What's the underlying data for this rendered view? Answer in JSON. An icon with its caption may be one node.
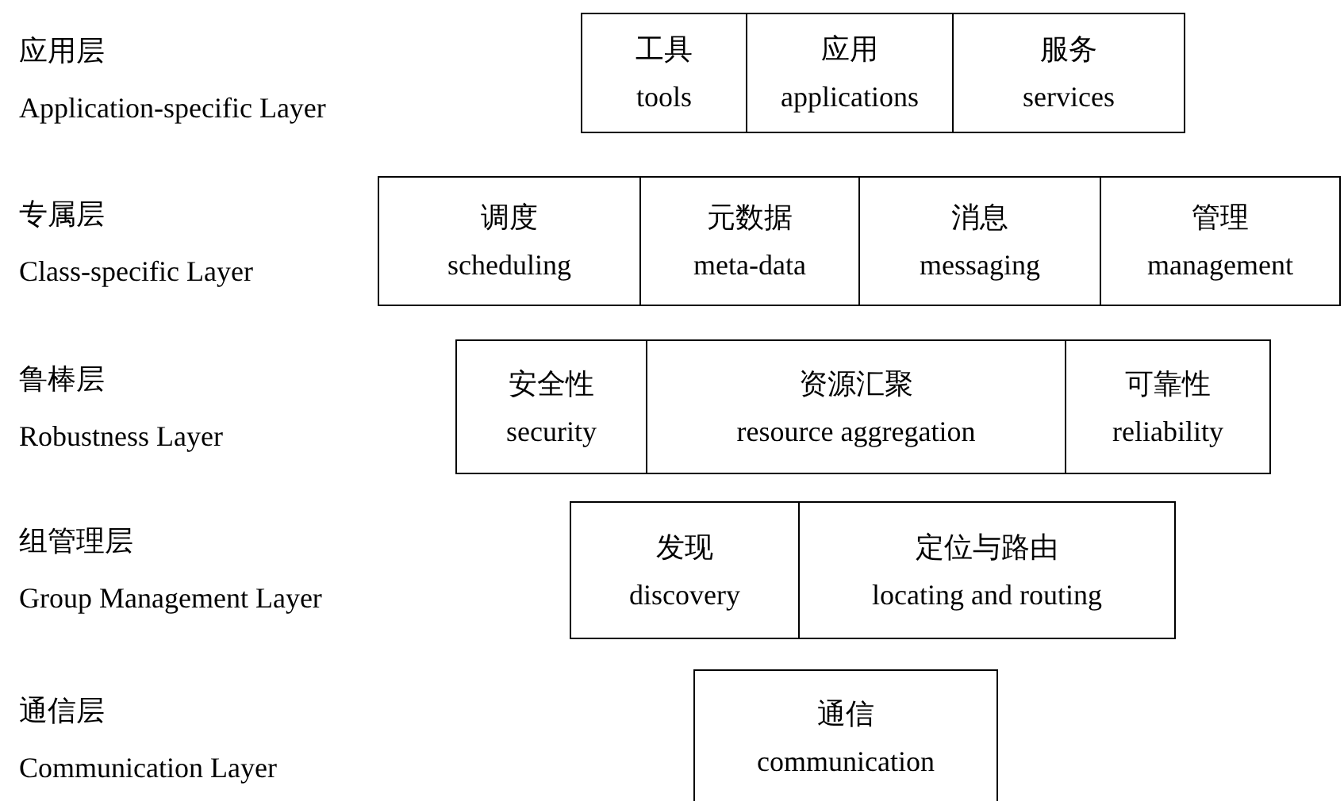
{
  "diagram": {
    "nodes": [
      {
        "text": [
          "工具",
          "tools"
        ]
      },
      {
        "text": [
          "应用",
          "applications"
        ]
      },
      {
        "text": [
          "服务",
          "services"
        ]
      },
      {
        "text": [
          "调度",
          "scheduling"
        ]
      },
      {
        "text": [
          "元数据",
          "meta-data"
        ]
      },
      {
        "text": [
          "消息",
          "messaging"
        ]
      },
      {
        "text": [
          "管理",
          "management"
        ]
      },
      {
        "text": [
          "安全性",
          "security"
        ]
      },
      {
        "text": [
          "资源汇聚",
          "resource aggregation"
        ]
      },
      {
        "text": [
          "可靠性",
          "reliability"
        ]
      },
      {
        "text": [
          "发现",
          "discovery"
        ]
      },
      {
        "text": [
          "定位与路由",
          "locating and routing"
        ]
      },
      {
        "text": [
          "通信",
          "communication"
        ]
      }
    ],
    "labels": [
      "应用层",
      "Application-specific Layer",
      "专属层",
      "Class-specific Layer",
      "鲁棒层",
      "Robustness Layer",
      "组管理层",
      "Group Management Layer",
      "通信层",
      "Communication Layer"
    ]
  }
}
